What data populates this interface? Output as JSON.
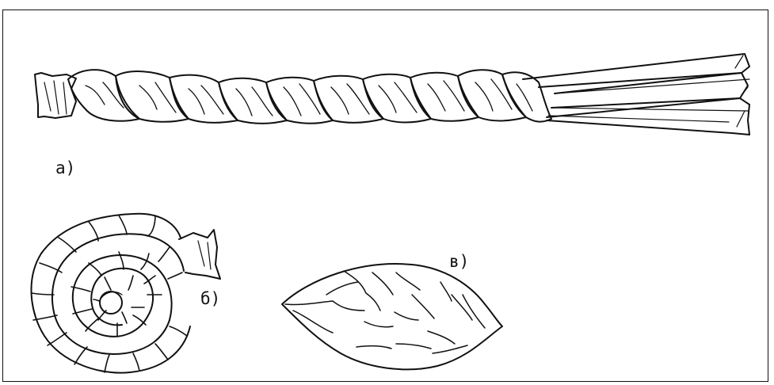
{
  "labels": {
    "a": "а)",
    "b": "б)",
    "v": "в)"
  },
  "colors": {
    "line": "#111111",
    "background": "#ffffff"
  }
}
